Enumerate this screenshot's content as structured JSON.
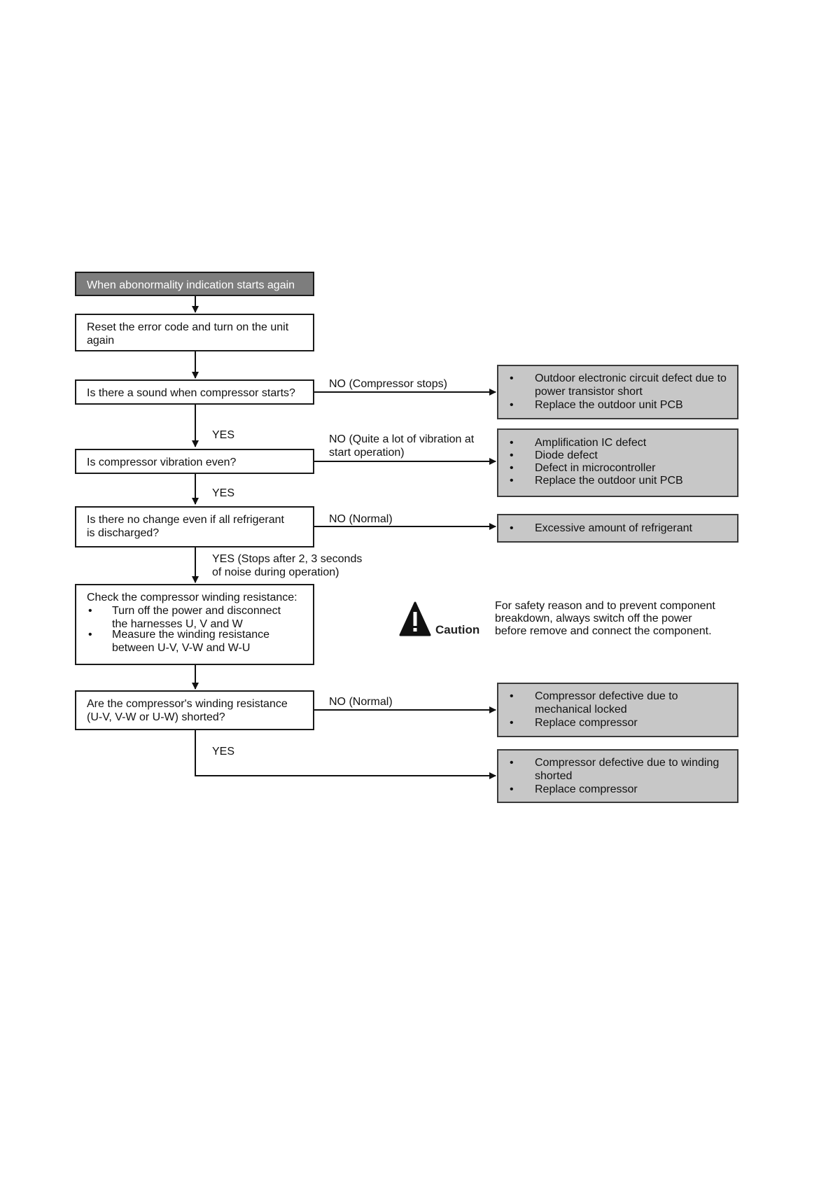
{
  "flowchart": {
    "start": "When abonormality indication starts again",
    "reset": [
      "Reset the error code and turn on the unit",
      "again"
    ],
    "q_sound": "Is there a sound when compressor starts?",
    "q_vibration": "Is compressor vibration even?",
    "q_refrigerant": [
      "Is there no change even if all refrigerant",
      "is discharged?"
    ],
    "check": {
      "title": "Check the compressor winding resistance:",
      "steps": [
        [
          "Turn off the power and disconnect",
          "the harnesses U, V and W"
        ],
        [
          "Measure the winding resistance",
          "between U-V, V-W and W-U"
        ]
      ]
    },
    "q_shorted": [
      "Are the compressor's winding resistance",
      "(U-V, V-W or U-W) shorted?"
    ],
    "labels": {
      "yes_1": "YES",
      "yes_2": "YES",
      "yes_3": [
        "YES (Stops after 2, 3 seconds",
        "of noise during operation)"
      ],
      "yes_4": "YES",
      "no_sound": "NO (Compressor stops)",
      "no_vibration": [
        "NO (Quite a lot of vibration at",
        "start operation)"
      ],
      "no_refrigerant": "NO (Normal)",
      "no_shorted": "NO (Normal)"
    },
    "results": {
      "r1": [
        [
          "Outdoor electronic circuit defect due to",
          "power transistor short"
        ],
        [
          "Replace the outdoor unit PCB"
        ]
      ],
      "r2": [
        [
          "Amplification IC defect"
        ],
        [
          "Diode defect"
        ],
        [
          "Defect in microcontroller"
        ],
        [
          "Replace the outdoor unit PCB"
        ]
      ],
      "r3": [
        [
          "Excessive amount of refrigerant"
        ]
      ],
      "r4": [
        [
          "Compressor defective due to",
          "mechanical locked"
        ],
        [
          "Replace compressor"
        ]
      ],
      "r5": [
        [
          "Compressor defective due to winding",
          "shorted"
        ],
        [
          "Replace compressor"
        ]
      ]
    }
  },
  "caution": {
    "icon": "warning-triangle-icon",
    "label": "Caution",
    "text": [
      "For safety reason and to prevent component",
      "breakdown, always switch off the power",
      "before remove and connect the component."
    ]
  }
}
